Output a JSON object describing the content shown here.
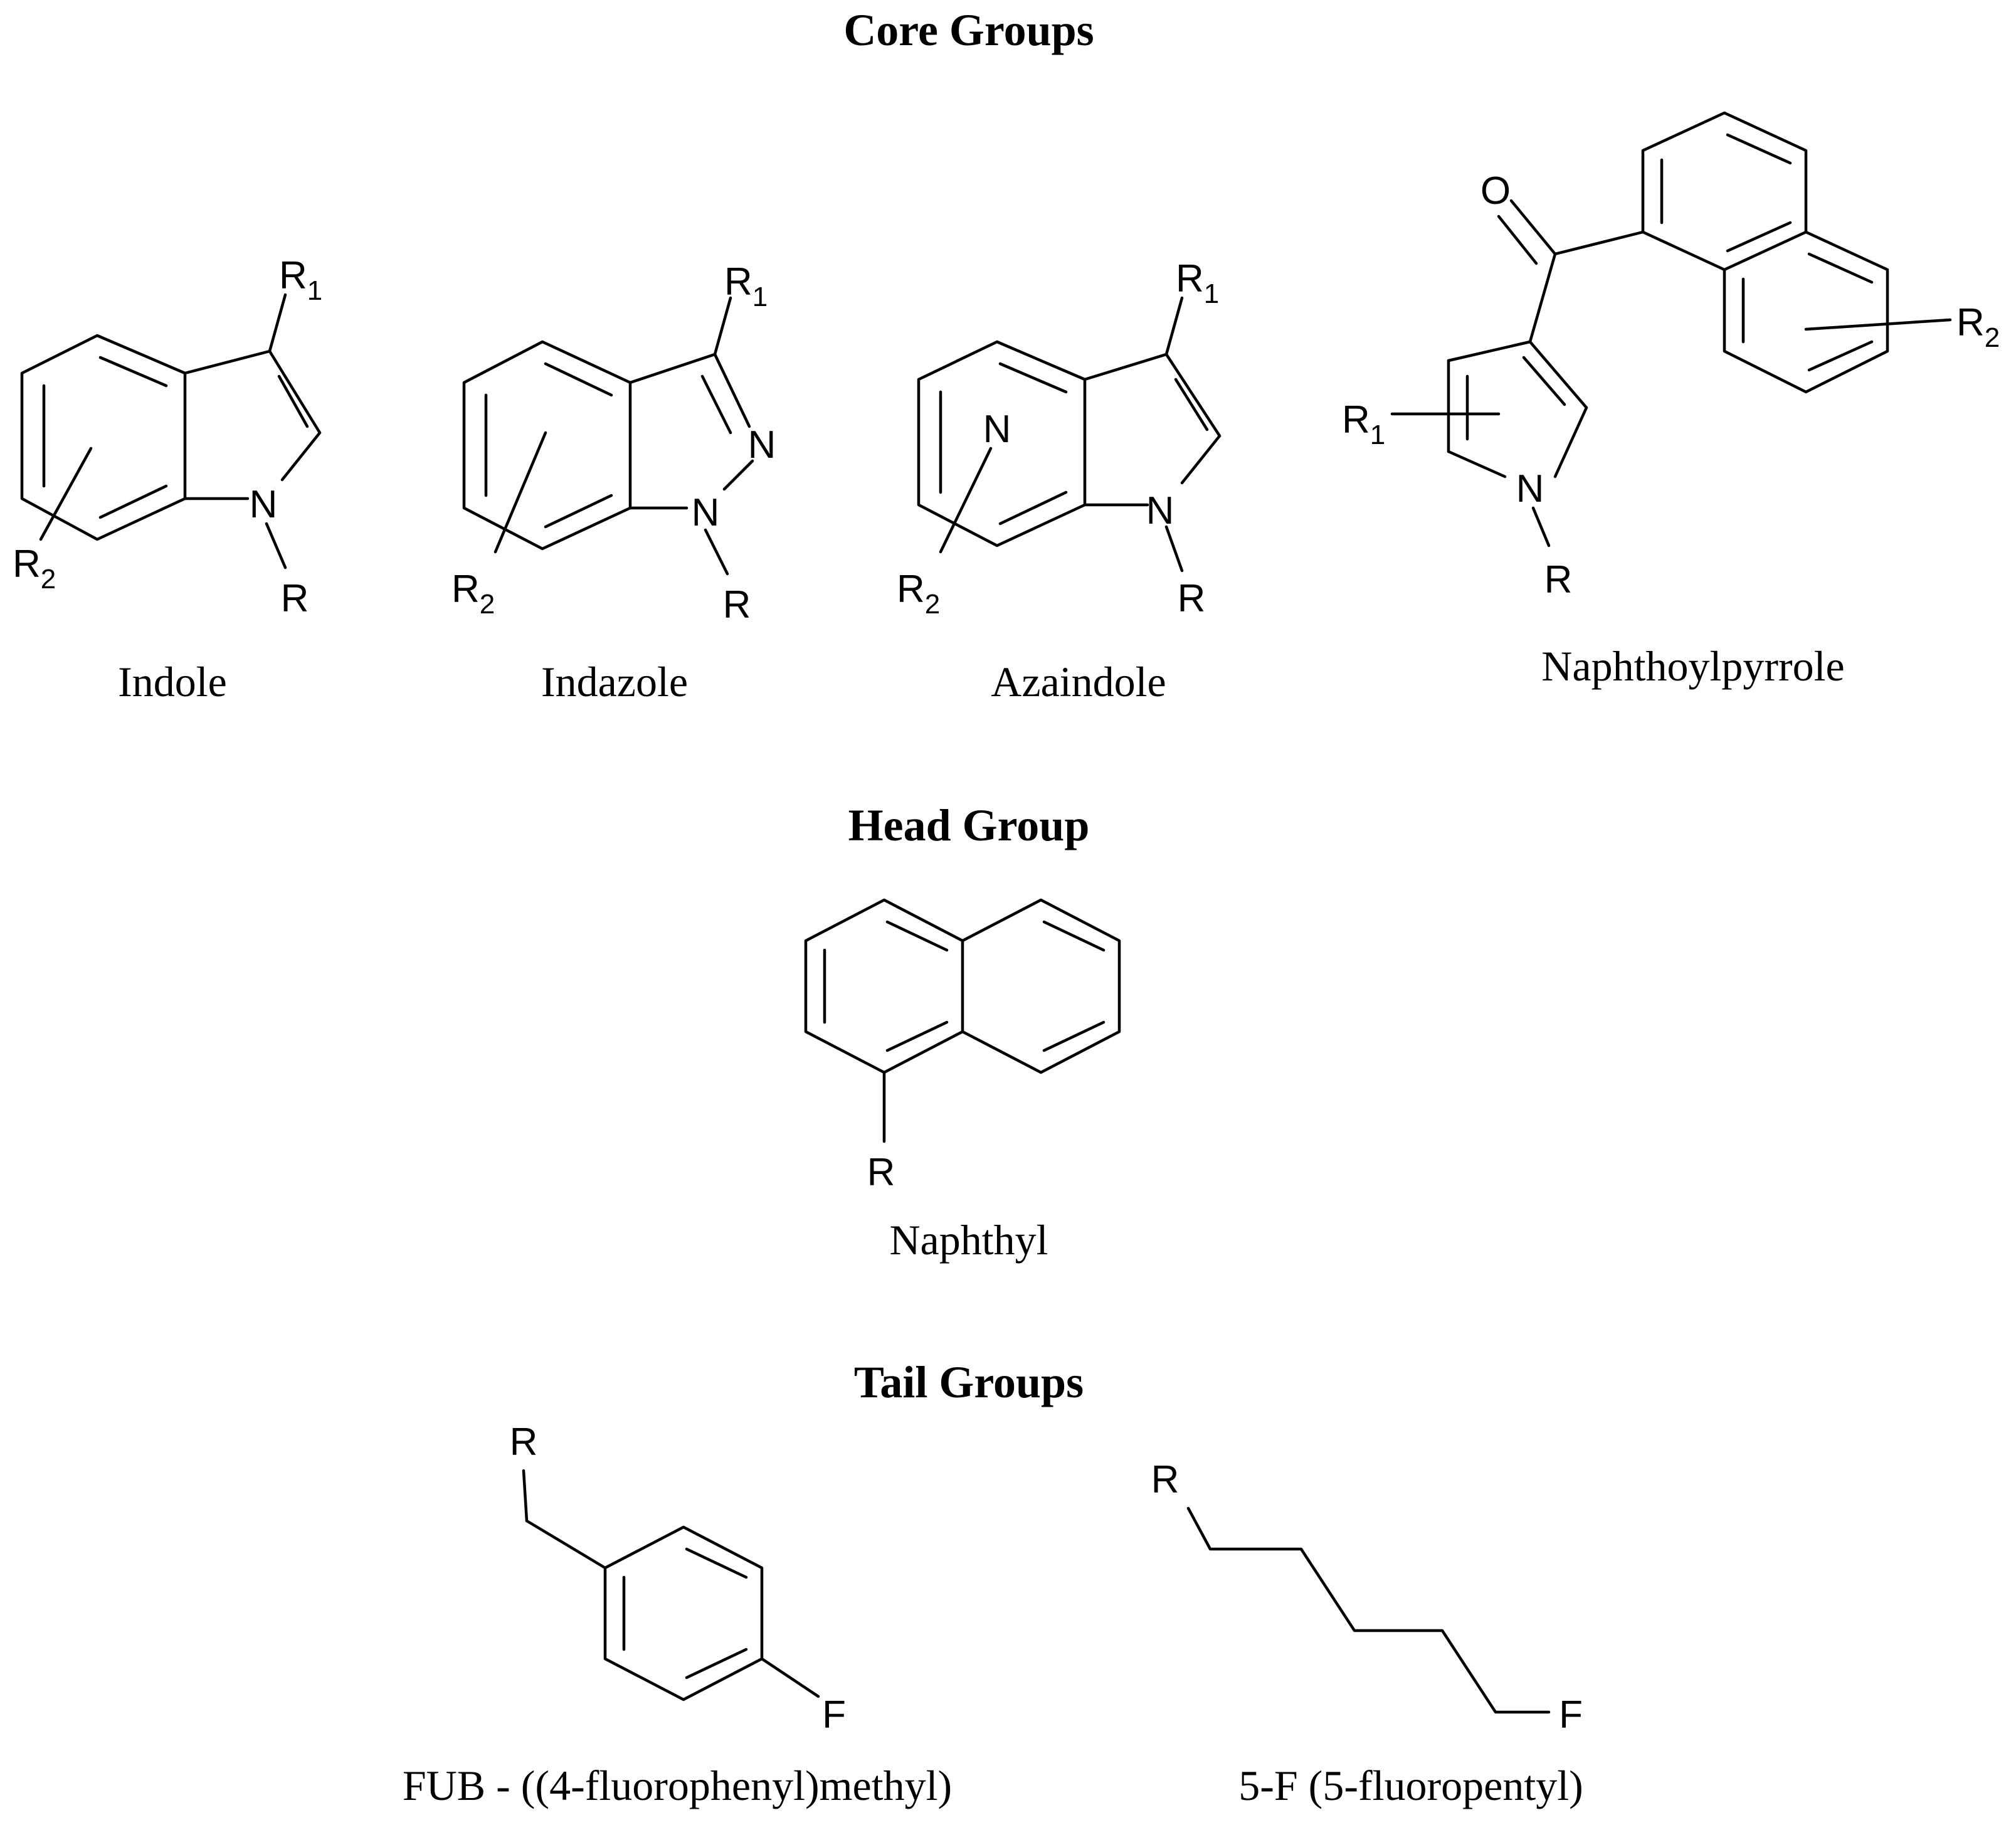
{
  "sections": {
    "core": "Core Groups",
    "head": "Head Group",
    "tail": "Tail Groups"
  },
  "captions": {
    "indole": "Indole",
    "indazole": "Indazole",
    "azaindole": "Azaindole",
    "naphthoylpyrrole": "Naphthoylpyrrole",
    "naphthyl": "Naphthyl",
    "fub": "FUB  - ((4-fluorophenyl)methyl)",
    "fluoropentyl": "5-F (5-fluoropentyl)"
  },
  "atoms": {
    "R": "R",
    "R1_base": "R",
    "R1_sub": "1",
    "R2_base": "R",
    "R2_sub": "2",
    "N": "N",
    "O": "O",
    "F": "F"
  }
}
